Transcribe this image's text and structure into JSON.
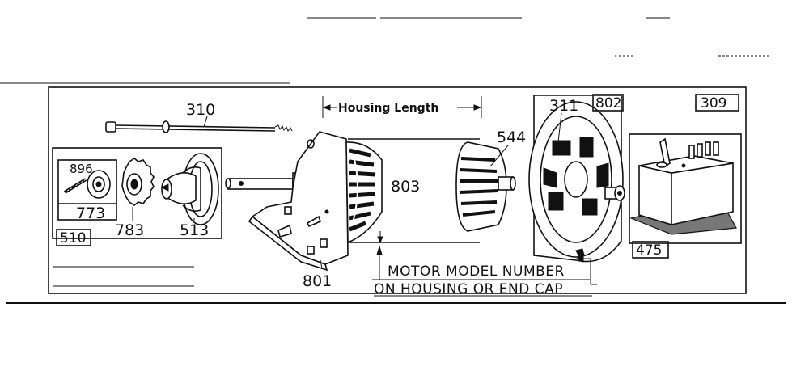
{
  "diagram": {
    "part_labels": {
      "p310": "310",
      "p309": "309",
      "p311": "311",
      "p802": "802",
      "p544": "544",
      "p803": "803",
      "p896": "896",
      "p773": "773",
      "p783": "783",
      "p513": "513",
      "p510": "510",
      "p801": "801",
      "p475": "475"
    },
    "housing_length_label": "Housing Length",
    "motor_model_note": {
      "line1": "MOTOR MODEL NUMBER",
      "line2": "ON HOUSING OR END CAP"
    }
  }
}
